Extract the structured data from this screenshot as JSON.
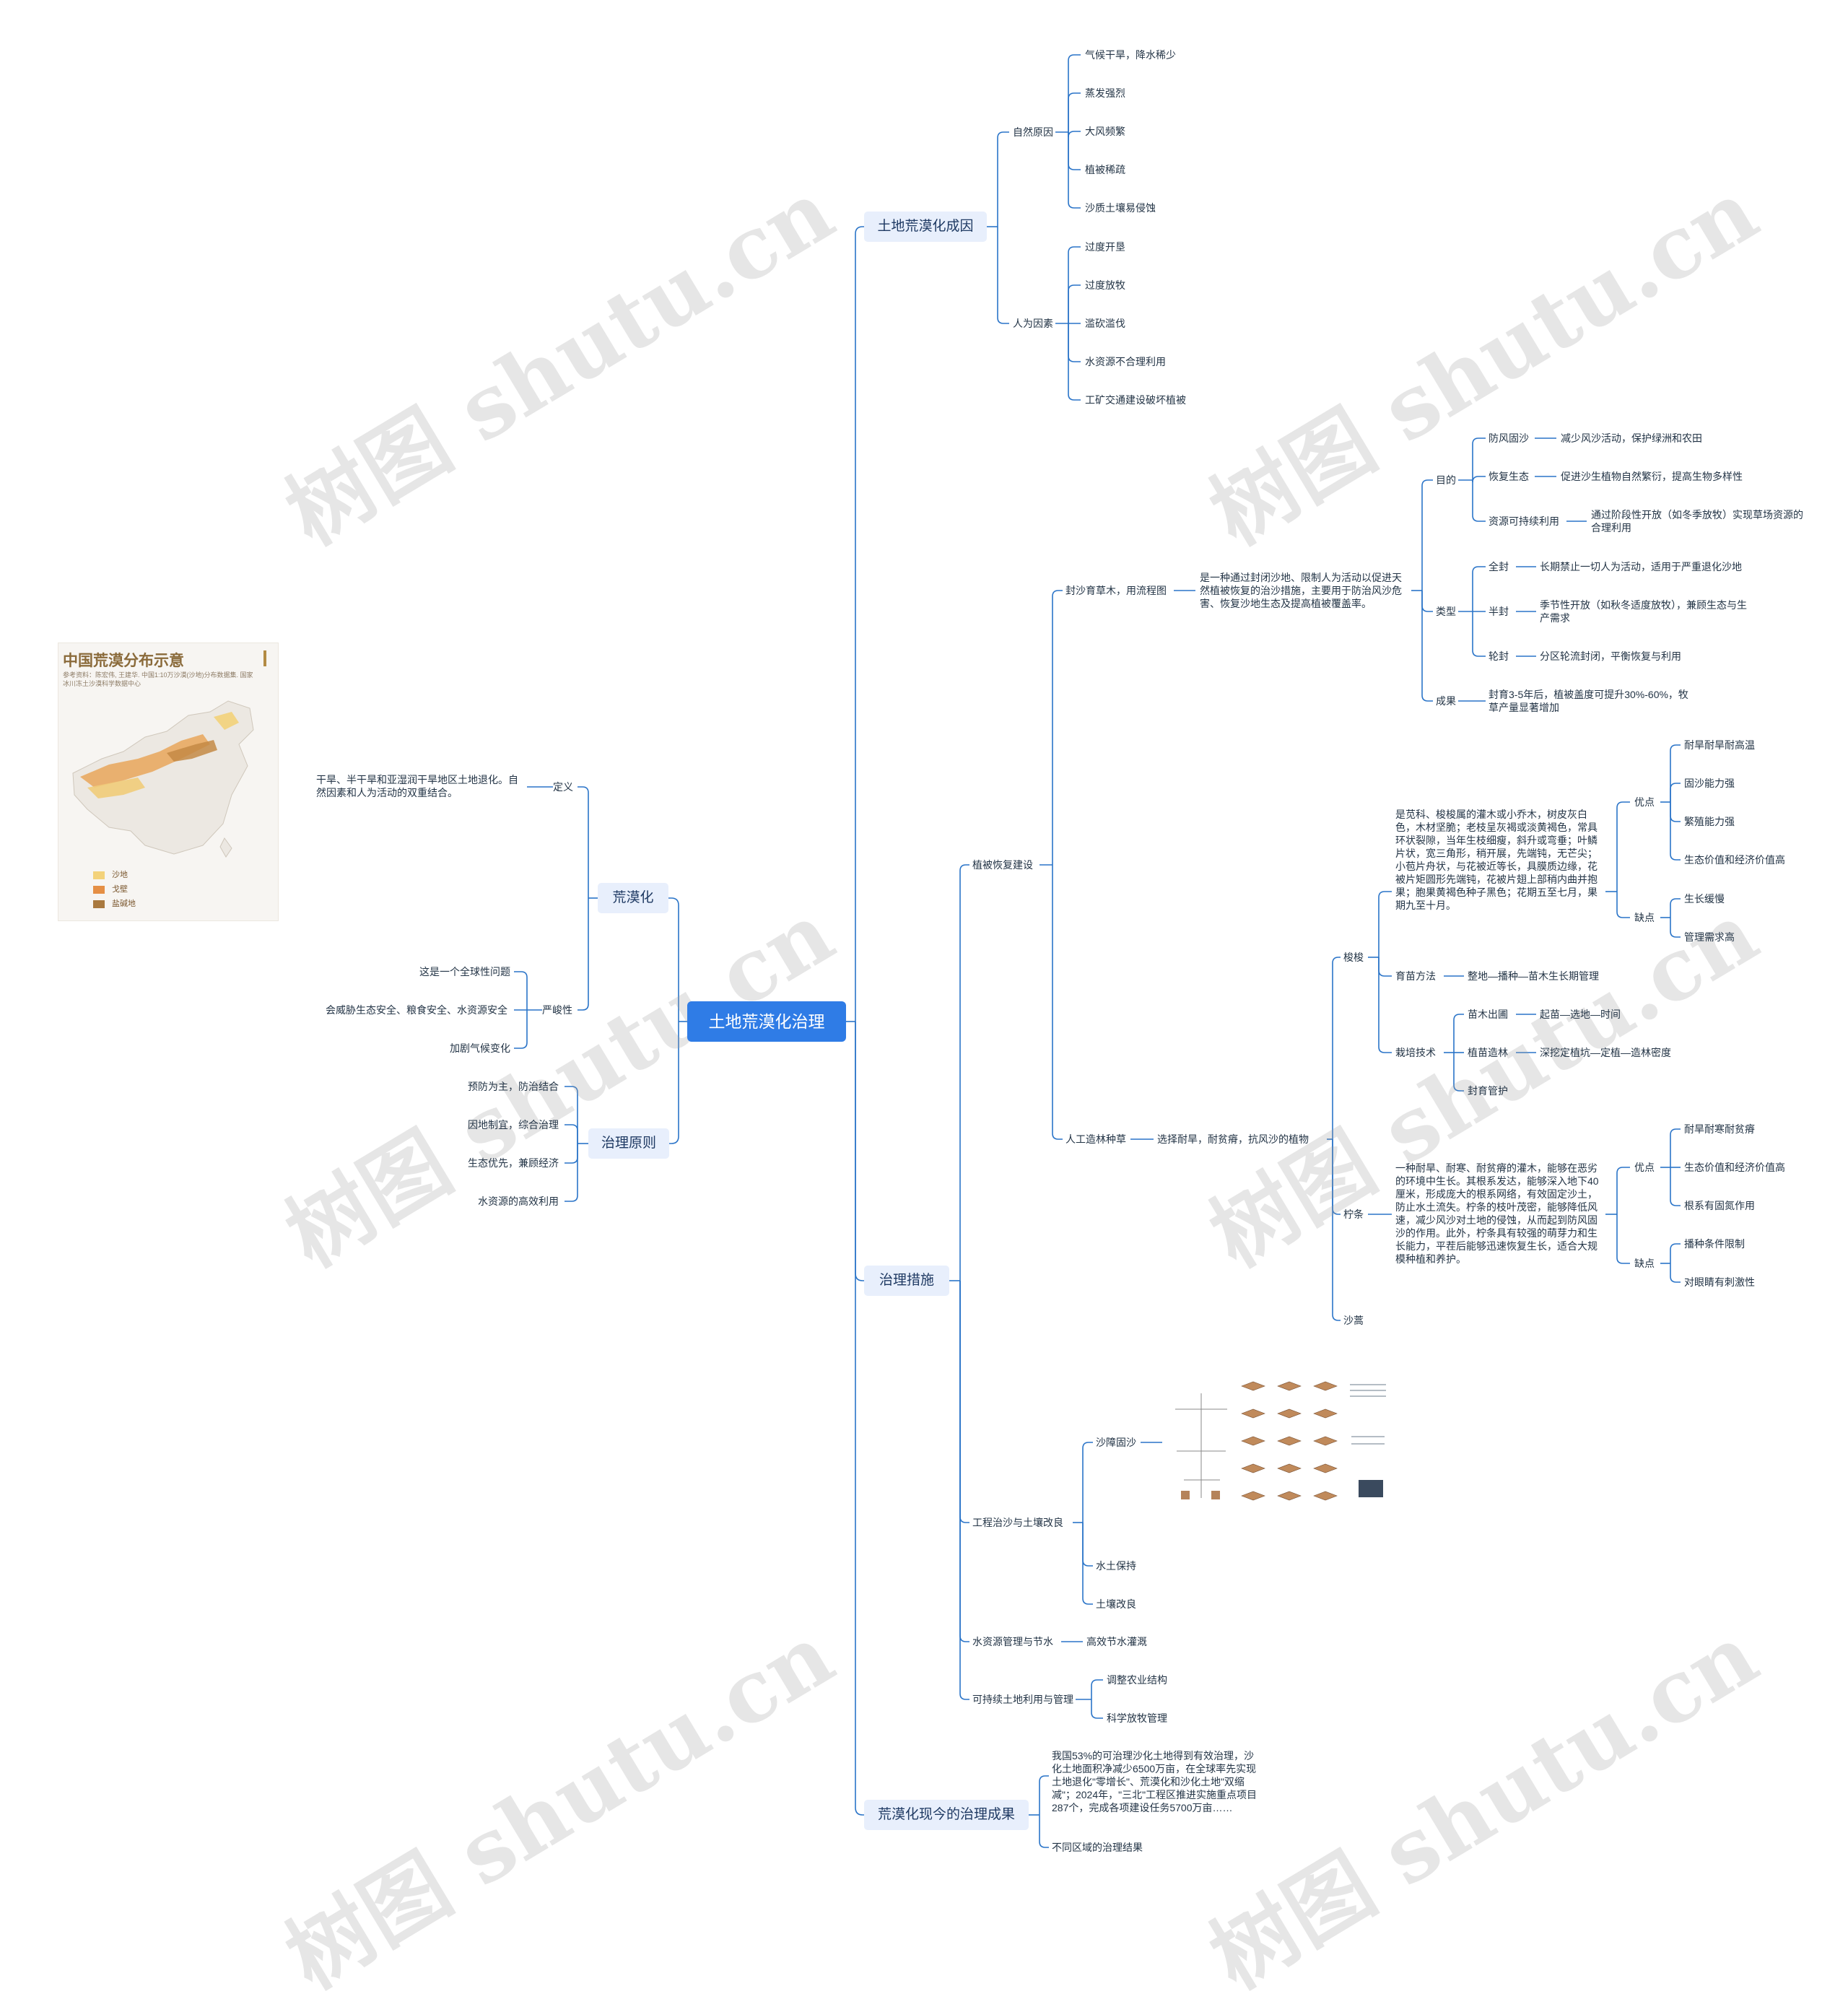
{
  "root": "土地荒漠化治理",
  "left": {
    "desertification": {
      "label": "荒漠化",
      "definition": {
        "label": "定义",
        "text": "干旱、半干旱和亚湿润干旱地区土地退化。自然因素和人为活动的双重结合。"
      },
      "severity": {
        "label": "严峻性",
        "items": [
          "这是一个全球性问题",
          "会威胁生态安全、粮食安全、水资源安全",
          "加剧气候变化"
        ]
      }
    },
    "principles": {
      "label": "治理原则",
      "items": [
        "预防为主，防治结合",
        "因地制宜，综合治理",
        "生态优先，兼顾经济",
        "水资源的高效利用"
      ]
    }
  },
  "map": {
    "title": "中国荒漠分布示意",
    "subtitle": "参考资料：陈宏伟, 王建华. 中国1:10万沙漠(沙地)分布数据集. 国家冰川冻土沙漠科学数据中心",
    "legend": [
      {
        "label": "沙地",
        "color": "#f3d27a"
      },
      {
        "label": "戈壁",
        "color": "#e58f45"
      },
      {
        "label": "盐碱地",
        "color": "#a9793f"
      }
    ]
  },
  "causes": {
    "label": "土地荒漠化成因",
    "natural": {
      "label": "自然原因",
      "items": [
        "气候干旱，降水稀少",
        "蒸发强烈",
        "大风频繁",
        "植被稀疏",
        "沙质土壤易侵蚀"
      ]
    },
    "human": {
      "label": "人为因素",
      "items": [
        "过度开垦",
        "过度放牧",
        "滥砍滥伐",
        "水资源不合理利用",
        "工矿交通建设破坏植被"
      ]
    }
  },
  "measures": {
    "label": "治理措施",
    "veg": {
      "label": "植被恢复建设",
      "enclosure": {
        "label": "封沙育草木，用流程图",
        "desc": "是一种通过封闭沙地、限制人为活动以促进天然植被恢复的治沙措施，主要用于防治风沙危害、恢复沙地生态及提高植被覆盖率。",
        "purpose": {
          "label": "目的",
          "items": [
            {
              "k": "防风固沙",
              "v": "减少风沙活动，保护绿洲和农田"
            },
            {
              "k": "恢复生态",
              "v": "促进沙生植物自然繁衍，提高生物多样性"
            },
            {
              "k": "资源可持续利用",
              "v": "通过阶段性开放（如冬季放牧）实现草场资源的合理利用"
            }
          ]
        },
        "types": {
          "label": "类型",
          "items": [
            {
              "k": "全封",
              "v": "长期禁止一切人为活动，适用于严重退化沙地"
            },
            {
              "k": "半封",
              "v": "季节性开放（如秋冬适度放牧），兼顾生态与生产需求"
            },
            {
              "k": "轮封",
              "v": "分区轮流封闭，平衡恢复与利用"
            }
          ]
        },
        "result": {
          "label": "成果",
          "text": "封育3-5年后，植被盖度可提升30%-60%，牧草产量显著增加"
        }
      },
      "planting": {
        "label": "人工造林种草",
        "select": "选择耐旱，耐贫瘠，抗风沙的植物",
        "suosuo": {
          "label": "梭梭",
          "desc": "是苋科、梭梭属的灌木或小乔木，树皮灰白色，木材坚脆；老枝呈灰褐或淡黄褐色，常具环状裂隙，当年生枝细瘦，斜升或弯垂；叶鳞片状，宽三角形，稍开展，先端钝，无芒尖；小苞片舟状，与花被近等长，具膜质边缘，花被片矩圆形先端钝，花被片翅上部稍内曲并抱果；胞果黄褐色种子黑色；花期五至七月，果期九至十月。",
          "pros_label": "优点",
          "pros": [
            "耐旱耐旱耐高温",
            "固沙能力强",
            "繁殖能力强",
            "生态价值和经济价值高"
          ],
          "cons_label": "缺点",
          "cons": [
            "生长缓慢",
            "管理需求高"
          ],
          "nursery": {
            "label": "育苗方法",
            "text": "整地—播种—苗木生长期管理"
          },
          "cultivation": {
            "label": "栽培技术",
            "items": [
              {
                "k": "苗木出圃",
                "v": "起苗—选地—时间"
              },
              {
                "k": "植苗造林",
                "v": "深挖定植坑—定植—造林密度"
              },
              {
                "k": "封育管护",
                "v": ""
              }
            ]
          }
        },
        "ningtiao": {
          "label": "柠条",
          "desc": "一种耐旱、耐寒、耐贫瘠的灌木，能够在恶劣的环境中生长。其根系发达，能够深入地下40厘米，形成庞大的根系网络，有效固定沙土，防止水土流失。柠条的枝叶茂密，能够降低风速，减少风沙对土地的侵蚀，从而起到防风固沙的作用。此外，柠条具有较强的萌芽力和生长能力，平茬后能够迅速恢复生长，适合大规模种植和养护。",
          "pros_label": "优点",
          "pros": [
            "耐旱耐寒耐贫瘠",
            "生态价值和经济价值高",
            "根系有固氮作用"
          ],
          "cons_label": "缺点",
          "cons": [
            "播种条件限制",
            "对眼睛有刺激性"
          ]
        },
        "shahao": {
          "label": "沙蒿"
        }
      }
    },
    "engineering": {
      "label": "工程治沙与土壤改良",
      "items": [
        "沙障固沙",
        "水土保持",
        "土壤改良"
      ]
    },
    "water": {
      "label": "水资源管理与节水",
      "item": "高效节水灌溉"
    },
    "sustainable": {
      "label": "可持续土地利用与管理",
      "items": [
        "调整农业结构",
        "科学放牧管理"
      ]
    }
  },
  "results": {
    "label": "荒漠化现今的治理成果",
    "text": "我国53%的可治理沙化土地得到有效治理，沙化土地面积净减少6500万亩，在全球率先实现土地退化\"零增长\"、荒漠化和沙化土地\"双缩减\"；2024年，\"三北\"工程区推进实施重点项目287个，完成各项建设任务5700万亩……",
    "regional": "不同区域的治理结果"
  },
  "watermark": "树图 shutu.cn",
  "colors": {
    "accent": "#2f7ce6",
    "line": "#2a74c8",
    "branch_bg": "#e8effc"
  }
}
